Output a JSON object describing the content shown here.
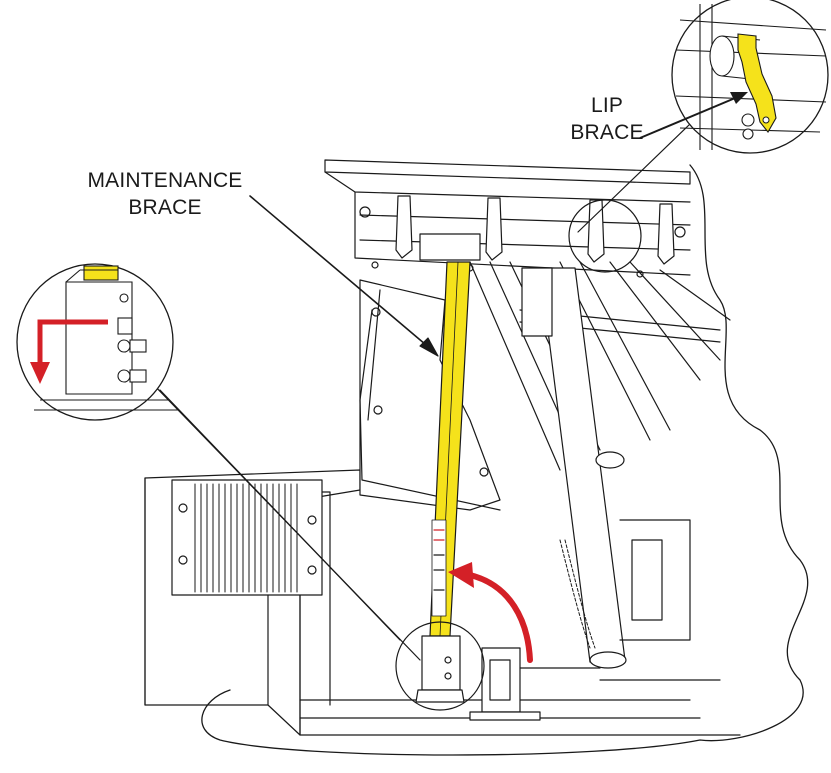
{
  "labels": {
    "lip_brace": {
      "line1": "LIP",
      "line2": "BRACE"
    },
    "maintenance_brace": {
      "line1": "MAINTENANCE",
      "line2": "BRACE"
    }
  },
  "colors": {
    "line": "#1a1a1a",
    "brace_yellow": "#f5e21b",
    "arrow_red": "#d42027",
    "background": "#ffffff"
  }
}
